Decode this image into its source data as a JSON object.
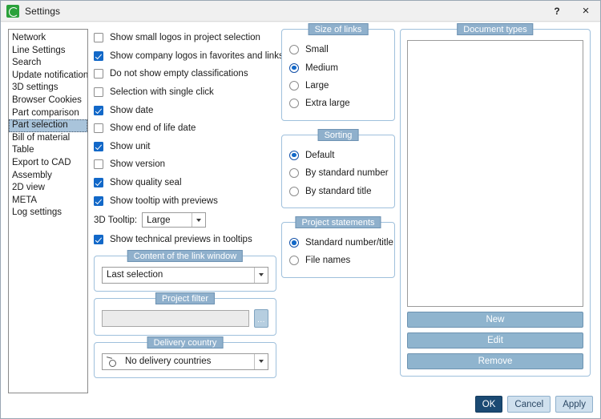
{
  "window": {
    "title": "Settings",
    "app_icon": "refresh-green-icon",
    "help_label": "?",
    "close_label": "×"
  },
  "sidebar": {
    "items": [
      {
        "label": "Network",
        "selected": false
      },
      {
        "label": "Line Settings",
        "selected": false
      },
      {
        "label": "Search",
        "selected": false
      },
      {
        "label": "Update notification",
        "selected": false
      },
      {
        "label": "3D settings",
        "selected": false
      },
      {
        "label": "Browser Cookies",
        "selected": false
      },
      {
        "label": "Part comparison",
        "selected": false
      },
      {
        "label": "Part selection",
        "selected": true
      },
      {
        "label": "Bill of material",
        "selected": false
      },
      {
        "label": "Table",
        "selected": false
      },
      {
        "label": "Export to CAD",
        "selected": false
      },
      {
        "label": "Assembly",
        "selected": false
      },
      {
        "label": "2D view",
        "selected": false
      },
      {
        "label": "META",
        "selected": false
      },
      {
        "label": "Log settings",
        "selected": false
      }
    ]
  },
  "checkboxes": [
    {
      "label": "Show small logos in project selection",
      "checked": false
    },
    {
      "label": "Show company logos in favorites and links",
      "checked": true
    },
    {
      "label": "Do not show empty classifications",
      "checked": false
    },
    {
      "label": "Selection with single click",
      "checked": false
    },
    {
      "label": "Show date",
      "checked": true
    },
    {
      "label": "Show end of life date",
      "checked": false
    },
    {
      "label": "Show unit",
      "checked": true
    },
    {
      "label": "Show version",
      "checked": false
    },
    {
      "label": "Show quality seal",
      "checked": true
    },
    {
      "label": "Show tooltip with previews",
      "checked": true
    }
  ],
  "tooltip_3d": {
    "label": "3D Tooltip:",
    "value": "Large"
  },
  "checkbox_after_tooltip": {
    "label": "Show technical previews in tooltips",
    "checked": true
  },
  "link_window": {
    "legend": "Content of the link window",
    "value": "Last selection"
  },
  "project_filter": {
    "legend": "Project filter",
    "value": "",
    "browse_label": "..."
  },
  "delivery_country": {
    "legend": "Delivery country",
    "value": "No delivery countries",
    "icon": "globe-icon"
  },
  "size_of_links": {
    "legend": "Size of links",
    "options": [
      {
        "label": "Small",
        "selected": false
      },
      {
        "label": "Medium",
        "selected": true
      },
      {
        "label": "Large",
        "selected": false
      },
      {
        "label": "Extra large",
        "selected": false
      }
    ]
  },
  "sorting": {
    "legend": "Sorting",
    "options": [
      {
        "label": "Default",
        "selected": true
      },
      {
        "label": "By standard number",
        "selected": false
      },
      {
        "label": "By standard title",
        "selected": false
      }
    ]
  },
  "project_statements": {
    "legend": "Project statements",
    "options": [
      {
        "label": "Standard number/title",
        "selected": true
      },
      {
        "label": "File names",
        "selected": false
      }
    ]
  },
  "document_types": {
    "legend": "Document types",
    "items": [],
    "buttons": [
      {
        "label": "New"
      },
      {
        "label": "Edit"
      },
      {
        "label": "Remove"
      }
    ]
  },
  "footer": {
    "ok": "OK",
    "cancel": "Cancel",
    "apply": "Apply"
  },
  "colors": {
    "accent_blue": "#1268c8",
    "legend_blue": "#8fb0cc",
    "button_blue": "#8fb4ce",
    "primary_button": "#1b4a73",
    "selection": "#a9c4db",
    "icon_green": "#2aa13a"
  }
}
